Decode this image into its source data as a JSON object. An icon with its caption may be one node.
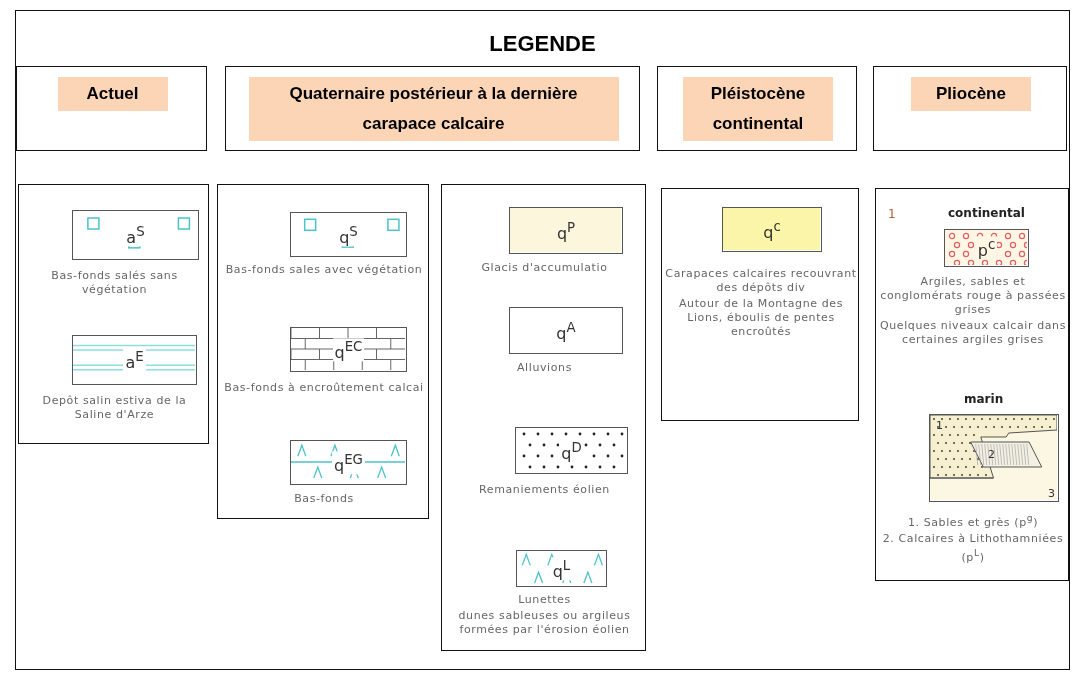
{
  "diagram": {
    "nodes": [
      {
        "text": [
          "LEGENDE"
        ]
      },
      {
        "text": [
          "Actuel"
        ],
        "in": 0
      },
      {
        "text": [
          "Quaternaire postérieur à la dernière carapace calcaire"
        ],
        "in": 0
      },
      {
        "text": [
          "Pléistocène continental"
        ],
        "in": 0
      },
      {
        "text": [
          "Pliocène"
        ],
        "in": 0
      },
      {
        "text": [],
        "shape": "box",
        "in": 0
      },
      {
        "text": [
          "a$^{S}$"
        ],
        "in": 5,
        "beside": [
          "Bas-fonds salés sans végétation"
        ]
      },
      {
        "text": [
          "a$^{E}$"
        ],
        "in": 5,
        "beside": [
          "Depôt salin estiva de la Saline d'Arze"
        ]
      },
      {
        "text": [],
        "shape": "box",
        "in": 0
      },
      {
        "text": [
          "q$^{S}$"
        ],
        "in": 8,
        "beside": [
          "Bas-fonds sales avec végétation"
        ]
      },
      {
        "text": [
          "q$^{EC}$"
        ],
        "in": 8,
        "beside": [
          "Bas-fonds à encroûtement calcai"
        ]
      },
      {
        "text": [
          "q$^{EG}$"
        ],
        "in": 8,
        "beside": [
          "Bas-fonds"
        ]
      },
      {
        "text": [],
        "shape": "box",
        "in": 0
      },
      {
        "text": [
          "q$^{P}$"
        ],
        "in": 12,
        "beside": [
          "Glacis d'accumulatio"
        ]
      },
      {
        "text": [
          "q$^{A}$"
        ],
        "in": 12,
        "beside": [
          "Alluvions"
        ]
      },
      {
        "text": [
          "q$^{D}$"
        ],
        "in": 12,
        "beside": [
          "Remaniements éolien"
        ]
      },
      {
        "text": [
          "q$^{L}$"
        ],
        "in": 12,
        "beside": [
          "Lunettes",
          "dunes sableuses ou argileus formées par l'érosion éolien"
        ]
      },
      {
        "text": [],
        "shape": "box",
        "in": 0
      },
      {
        "text": [
          "q$^{c}$"
        ],
        "in": 17,
        "beside": [
          "Carapaces calcaires recouvrant des dépôts div",
          "Autour de la Montagne des Lions, éboulis de pentes encroûtés"
        ]
      },
      {
        "text": [],
        "shape": "box",
        "in": 0
      },
      {
        "text": [
          "p$^{c}$"
        ],
        "in": 19,
        "beside": [
          "Argiles, sables et conglomérats rouge à passées grises",
          "Quelques niveaux calcair dans certaines argiles grises"
        ]
      },
      {
        "text": [
          "1",
          "2",
          "3"
        ],
        "in": 19,
        "beside": [
          "1. Sables et grès (p$^{g}$)",
          "2. Calcaires à Lithothamniées (p$^{L}$)"
        ]
      }
    ],
    "labels": [
      "1",
      "continental",
      "marin"
    ]
  }
}
